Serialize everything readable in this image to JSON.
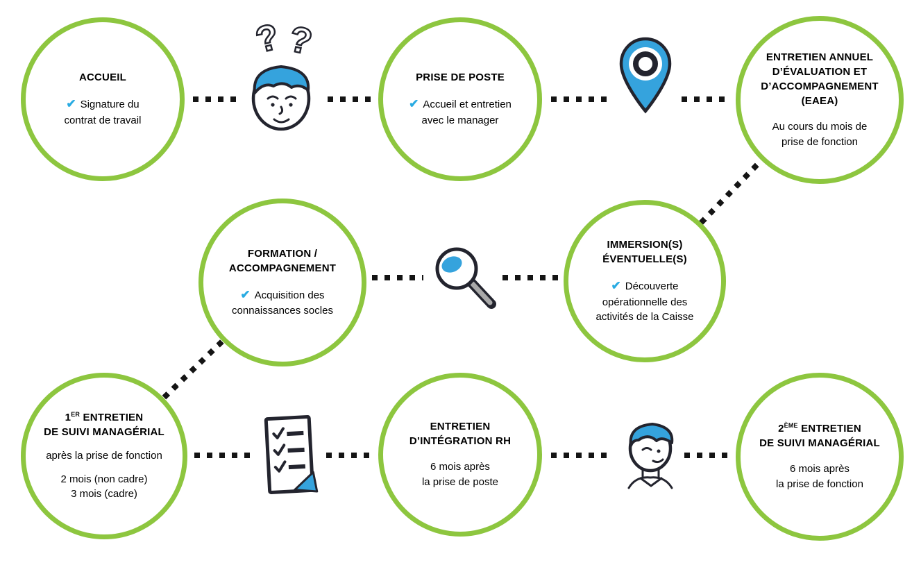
{
  "colors": {
    "circle_green": "#8dc63f",
    "icon_blue": "#35a3dd",
    "check_blue": "#29abe2",
    "dot_color": "#141414",
    "outline_dark": "#23242e"
  },
  "glyphs": {
    "check": "✔",
    "question_mark": "?"
  },
  "steps": [
    {
      "key": "accueil",
      "title": "ACCUEIL",
      "body": "Signature du\ncontrat de travail"
    },
    {
      "key": "prise-de-poste",
      "title": "PRISE DE POSTE",
      "body": "Accueil et entretien\navec le manager"
    },
    {
      "key": "eaea",
      "title": "ENTRETIEN ANNUEL\nD’ÉVALUATION ET\nD’ACCOMPAGNEMENT\n(EAEA)",
      "body": "Au cours du mois de\nprise de fonction"
    },
    {
      "key": "formation-accompagnement",
      "title": "FORMATION /\nACCOMPAGNEMENT",
      "body": "Acquisition des\nconnaissances socles"
    },
    {
      "key": "immersion",
      "title": "IMMERSION(S)\nÉVENTUELLE(S)",
      "body": "Découverte\nopérationnelle des\nactivités de la Caisse"
    },
    {
      "key": "premier-entretien-suivi",
      "title_num": "1",
      "title_sup": "ER",
      "title_rest": " ENTRETIEN\nDE SUIVI MANAGÉRIAL",
      "body": "après la prise de fonction",
      "body2": "2 mois (non cadre)\n3 mois (cadre)"
    },
    {
      "key": "entretien-integration-rh",
      "title": "ENTRETIEN\nD’INTÉGRATION RH",
      "body": "6 mois après\nla prise de poste"
    },
    {
      "key": "deuxieme-entretien-suivi",
      "title_num": "2",
      "title_sup": "ÈME",
      "title_rest": " ENTRETIEN\nDE SUIVI MANAGÉRIAL",
      "body": "6 mois après\nla prise de fonction"
    }
  ],
  "icons": [
    {
      "name": "confused-person-icon"
    },
    {
      "name": "location-pin-icon"
    },
    {
      "name": "magnifying-glass-icon"
    },
    {
      "name": "checklist-icon"
    },
    {
      "name": "person-profile-icon"
    }
  ]
}
